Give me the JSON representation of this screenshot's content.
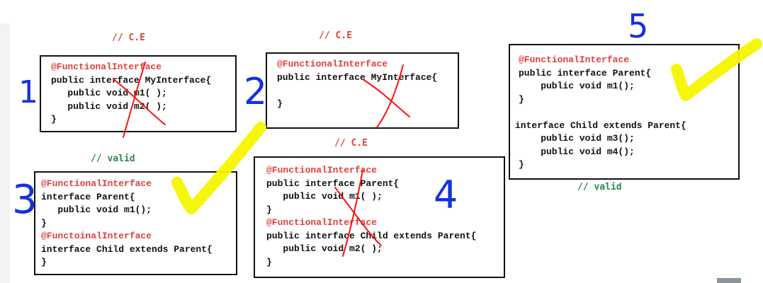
{
  "labels": {
    "ce1": "// C.E",
    "ce2": "// C.E",
    "ce4": "// C.E",
    "valid3": "// valid",
    "valid5": "// valid"
  },
  "numbers": {
    "n1": "1",
    "n2": "2",
    "n3": "3",
    "n4": "4",
    "n5": "5"
  },
  "boxes": {
    "b1": [
      "@FunctionalInterface",
      "public interface MyInterface{",
      "   public void m1( );",
      "   public void m2( );",
      "}"
    ],
    "b2": [
      "@FunctionalInterface",
      "public interface MyInterface{",
      "",
      "}"
    ],
    "b3": [
      "@FunctionalInterface",
      "interface Parent{",
      "   public void m1();",
      "}",
      "@FunctoinalInterface",
      "interface Child extends Parent{",
      "}"
    ],
    "b4": [
      "@FunctionalInterface",
      "public interface Parent{",
      "   public void m1( );",
      "}",
      "@FunctionalInterface",
      "public interface Child extends Parent{",
      "   public void m2( );",
      "}"
    ],
    "b5": [
      "@FunctionalInterface",
      "public interface Parent{",
      "    public void m1();",
      "}",
      "",
      "interface Child extends Parent{",
      "    public void m3();",
      "    public void m4();",
      "}"
    ]
  },
  "colors": {
    "annotation": "#e0403a",
    "ce": "#d9463f",
    "valid": "#2f8a4a",
    "ink_blue": "#1530e0",
    "highlighter": "#f5f500",
    "ink_red": "#ff0000"
  }
}
